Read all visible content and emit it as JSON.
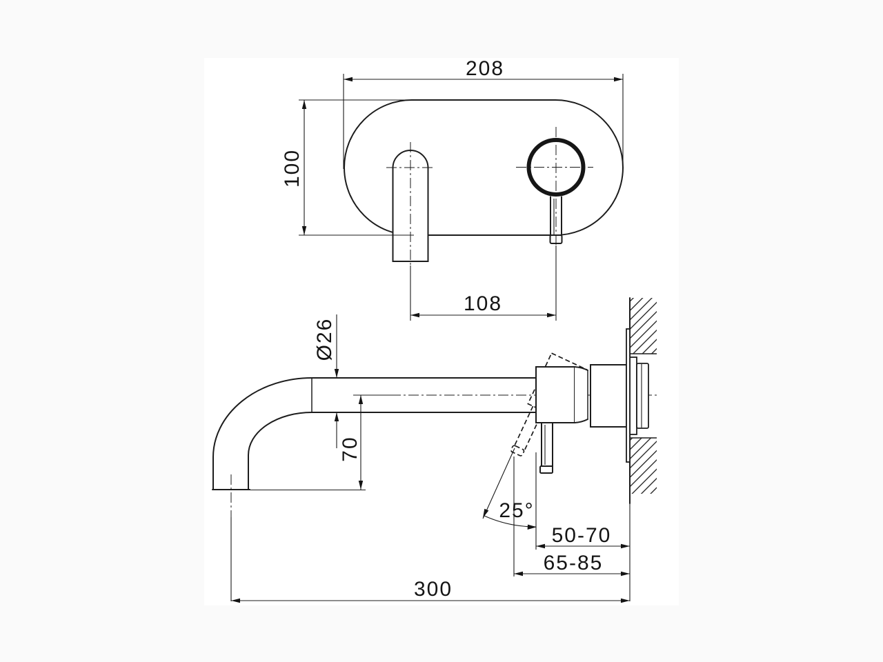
{
  "sheet": {
    "page_background": "#fafafa",
    "paper_background": "#ffffff",
    "ink_color": "#1a1a1a"
  },
  "drawing": {
    "type": "technical-dimension-drawing",
    "dims": {
      "plate_width": "208",
      "plate_height": "100",
      "center_distance": "108",
      "spout_diameter": "Ø26",
      "spout_drop": "70",
      "handle_angle": "25°",
      "wall_depth_range": "50-70",
      "handle_depth_range": "65-85",
      "spout_reach": "300"
    }
  }
}
